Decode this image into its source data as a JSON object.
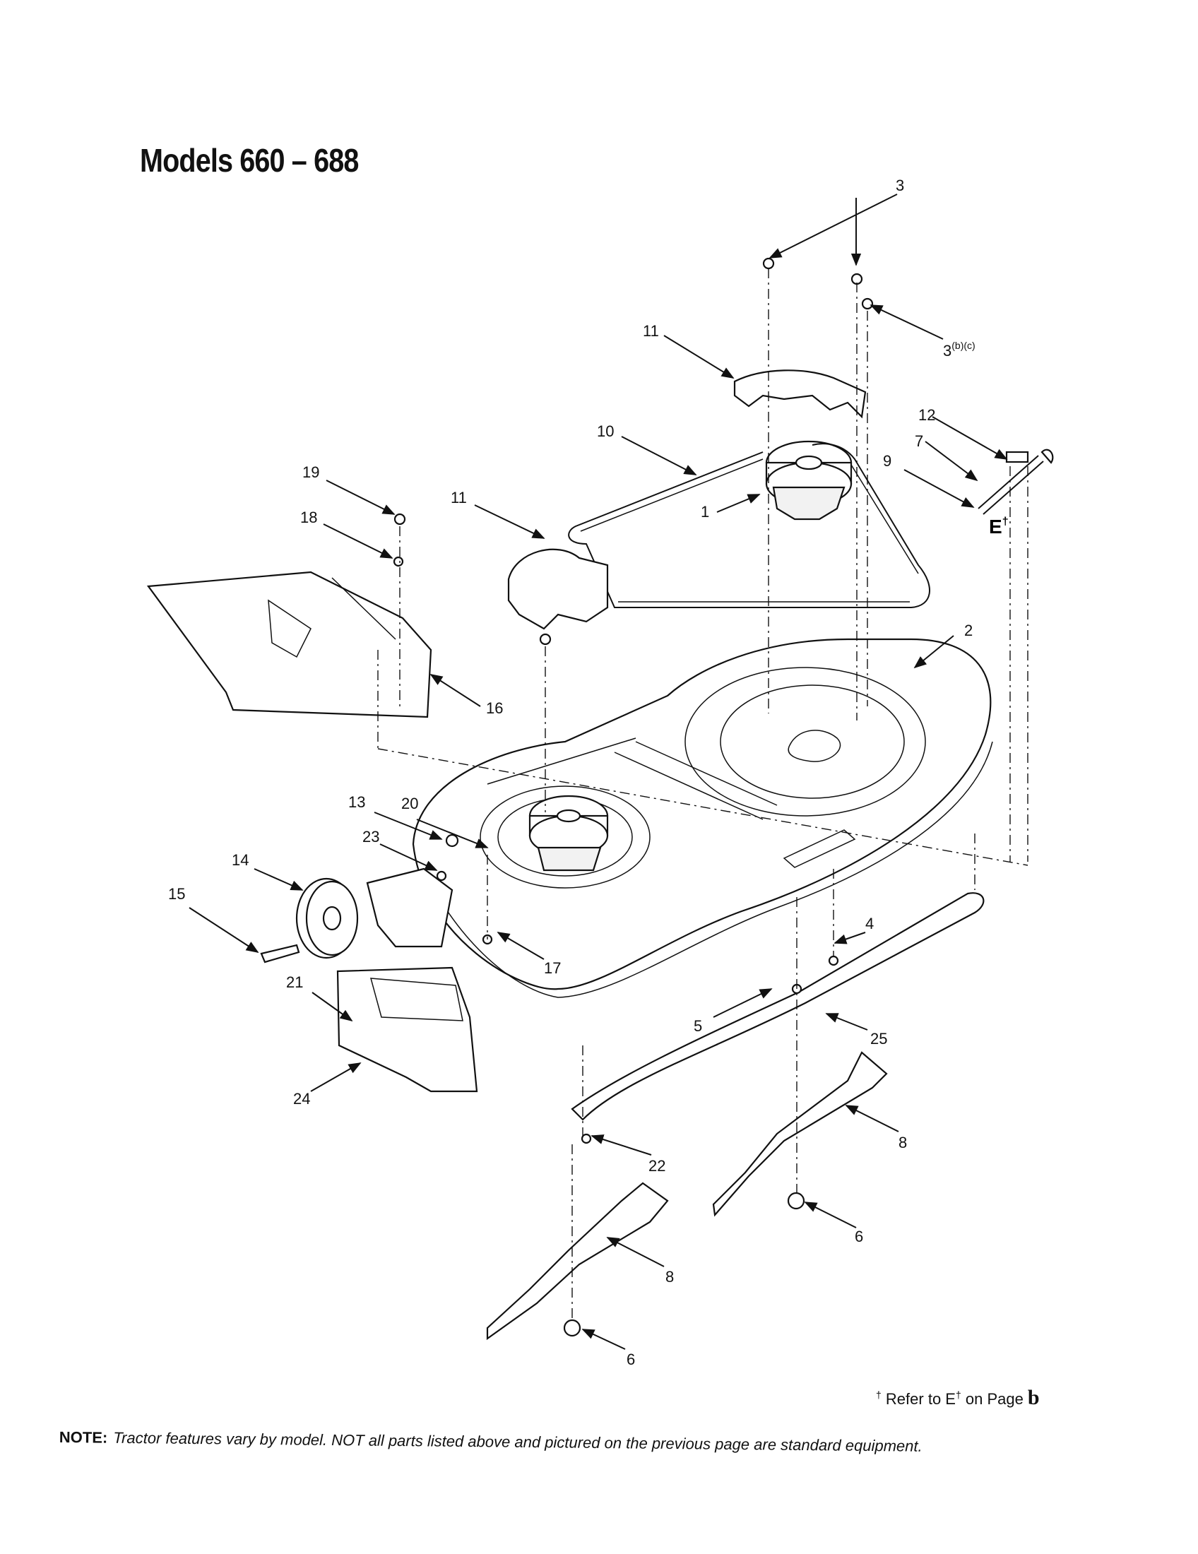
{
  "title": "Models 660 – 688",
  "callouts": [
    {
      "id": "c1",
      "text": "1"
    },
    {
      "id": "c2",
      "text": "2"
    },
    {
      "id": "c3",
      "text": "3"
    },
    {
      "id": "c3b",
      "text": "3",
      "sup": "(b)(c)"
    },
    {
      "id": "c4",
      "text": "4"
    },
    {
      "id": "c5",
      "text": "5"
    },
    {
      "id": "c6a",
      "text": "6"
    },
    {
      "id": "c6b",
      "text": "6"
    },
    {
      "id": "c7",
      "text": "7"
    },
    {
      "id": "c8a",
      "text": "8"
    },
    {
      "id": "c8b",
      "text": "8"
    },
    {
      "id": "c9",
      "text": "9"
    },
    {
      "id": "c10",
      "text": "10"
    },
    {
      "id": "c11a",
      "text": "11"
    },
    {
      "id": "c11b",
      "text": "11"
    },
    {
      "id": "c12",
      "text": "12"
    },
    {
      "id": "c13",
      "text": "13"
    },
    {
      "id": "c14",
      "text": "14"
    },
    {
      "id": "c15",
      "text": "15"
    },
    {
      "id": "c16",
      "text": "16"
    },
    {
      "id": "c17",
      "text": "17"
    },
    {
      "id": "c18",
      "text": "18"
    },
    {
      "id": "c19",
      "text": "19"
    },
    {
      "id": "c20",
      "text": "20"
    },
    {
      "id": "c21",
      "text": "21"
    },
    {
      "id": "c22",
      "text": "22"
    },
    {
      "id": "c23",
      "text": "23"
    },
    {
      "id": "c24",
      "text": "24"
    },
    {
      "id": "c25",
      "text": "25"
    }
  ],
  "e_marker": "E",
  "e_marker_sup": "†",
  "footnote": {
    "dagger": "†",
    "text_a": "Refer to E",
    "sup": "†",
    "text_b": "on Page",
    "page_mark": "b"
  },
  "note": {
    "label": "NOTE:",
    "text": "Tractor features vary by model. NOT all parts listed above and pictured on the previous page are standard equipment."
  }
}
